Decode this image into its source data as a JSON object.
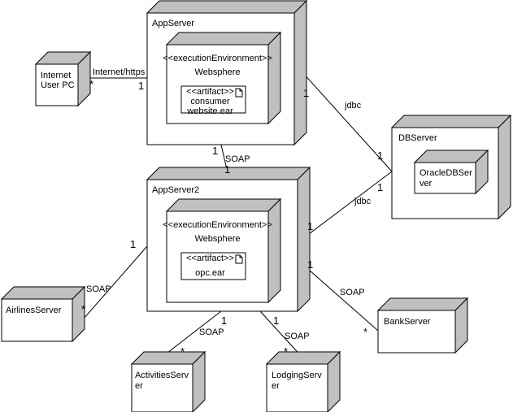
{
  "diagram": {
    "type": "UML deployment diagram",
    "colors": {
      "node_face": "#ffffff",
      "node_shade": "#c0c0c0",
      "line": "#000000"
    },
    "nodes": [
      {
        "id": "userpc",
        "label_lines": [
          "Internet",
          "User PC"
        ]
      },
      {
        "id": "appserver",
        "label_lines": [
          "AppServer"
        ]
      },
      {
        "id": "appserver-env",
        "label_lines": [
          "<<executionEnvironment>>",
          "Websphere"
        ]
      },
      {
        "id": "appserver-artifact",
        "label_lines": [
          "<<artifact>>",
          "consumer",
          "website.ear"
        ],
        "icon": "document-icon"
      },
      {
        "id": "dbserver",
        "label_lines": [
          "DBServer"
        ]
      },
      {
        "id": "oracle",
        "label_lines": [
          "OracleDBSer",
          "ver"
        ]
      },
      {
        "id": "appserver2",
        "label_lines": [
          "AppServer2"
        ]
      },
      {
        "id": "appserver2-env",
        "label_lines": [
          "<<executionEnvironment>>",
          "Websphere"
        ]
      },
      {
        "id": "appserver2-artifact",
        "label_lines": [
          "<<artifact>>",
          "opc.ear"
        ],
        "icon": "document-icon"
      },
      {
        "id": "airlines",
        "label_lines": [
          "AirlinesServer"
        ]
      },
      {
        "id": "activities",
        "label_lines": [
          "ActivitiesServ",
          "er"
        ]
      },
      {
        "id": "lodging",
        "label_lines": [
          "LodgingServ",
          "er"
        ]
      },
      {
        "id": "bank",
        "label_lines": [
          "BankServer"
        ]
      }
    ],
    "edges": [
      {
        "id": "userpc-appserver",
        "label": "Internet/https",
        "from_mult": "*",
        "to_mult": "1"
      },
      {
        "id": "appserver-dbserver",
        "label": "jdbc",
        "from_mult": "1",
        "to_mult": "1"
      },
      {
        "id": "appserver2-dbserver",
        "label": "jdbc",
        "from_mult": "1",
        "to_mult": "1"
      },
      {
        "id": "appserver-appserver2",
        "label": "SOAP",
        "from_mult": "1",
        "to_mult": "1"
      },
      {
        "id": "appserver2-airlines",
        "label": "SOAP",
        "from_mult": "1",
        "to_mult": "*"
      },
      {
        "id": "appserver2-activities",
        "label": "SOAP",
        "from_mult": "1",
        "to_mult": "*"
      },
      {
        "id": "appserver2-lodging",
        "label": "SOAP",
        "from_mult": "1",
        "to_mult": "*"
      },
      {
        "id": "appserver2-bank",
        "label": "SOAP",
        "from_mult": "1",
        "to_mult": "*"
      }
    ]
  }
}
